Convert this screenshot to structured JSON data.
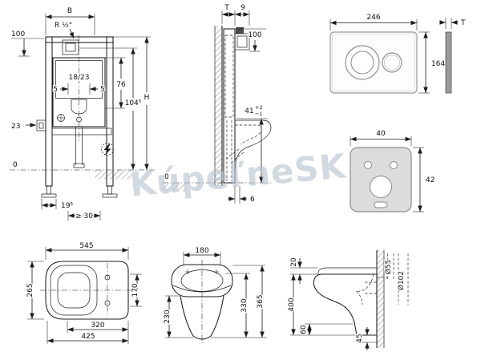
{
  "watermark": "KúpeľneSK",
  "colors": {
    "line": "#1c1c1c",
    "mat_fill": "#dcdcdc",
    "watermark": "#b5c3cf"
  },
  "frame_front": {
    "width_top": "B",
    "inlet_thread": "R ½\"",
    "top_offset": "100",
    "cistern_depth": "18/23",
    "gap_left": "5",
    "gap_right": "5",
    "cistern_height": "76",
    "height_mid": "104⁵",
    "total_height": "H",
    "inlet_left": "23",
    "floor_level": "0",
    "foot_depth": "19⁵",
    "min_clearance": "≥ 30"
  },
  "frame_side": {
    "depth": "T",
    "box_depth": "9",
    "top_offset": "100",
    "rim_height": "41",
    "tol_plus": "+2",
    "tol_minus": "−1",
    "gap": "6",
    "floor_level": "0"
  },
  "plate": {
    "width": "246",
    "height": "164",
    "thickness": "T"
  },
  "mat": {
    "width": "40",
    "height": "42"
  },
  "bowl_top": {
    "length": "545",
    "width": "265",
    "bolt_span": "320",
    "outline_span": "425",
    "half_width": "170"
  },
  "bowl_front": {
    "top_width": "180",
    "left_height": "230",
    "mid_height": "330",
    "right_height": "365"
  },
  "bowl_side": {
    "seat_thickness": "20",
    "depth": "400",
    "bottom_offset": "60",
    "wall_offset": "45",
    "flush_pipe": "Ø55",
    "drain_pipe": "Ø102"
  }
}
